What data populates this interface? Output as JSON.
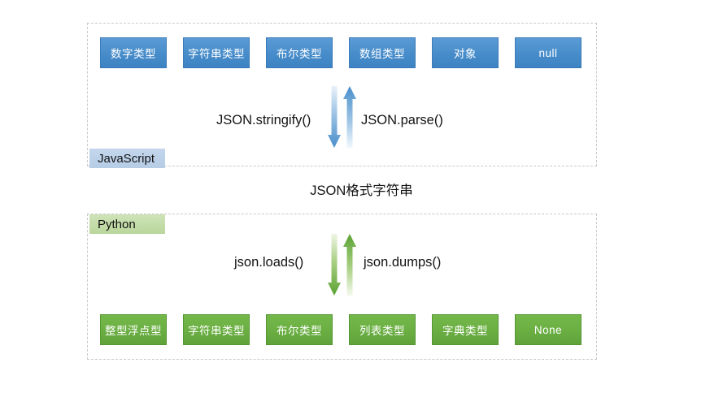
{
  "diagram": {
    "caption": "JSON格式字符串",
    "javascript": {
      "badge_label": "JavaScript",
      "badge_color": "#b6cde6",
      "box_color": "#4a8fcc",
      "types": [
        "数字类型",
        "字符串类型",
        "布尔类型",
        "数组类型",
        "对象",
        "null"
      ],
      "serialize_label": "JSON.stringify()",
      "deserialize_label": "JSON.parse()",
      "down_arrow_name": "stringify-down-arrow",
      "up_arrow_name": "parse-up-arrow"
    },
    "python": {
      "badge_label": "Python",
      "badge_color": "#b9d69c",
      "box_color": "#6cb044",
      "types": [
        "整型浮点型",
        "字符串类型",
        "布尔类型",
        "列表类型",
        "字典类型",
        "None"
      ],
      "deserialize_label": "json.loads()",
      "serialize_label": "json.dumps()",
      "down_arrow_name": "loads-down-arrow",
      "up_arrow_name": "dumps-up-arrow"
    }
  }
}
